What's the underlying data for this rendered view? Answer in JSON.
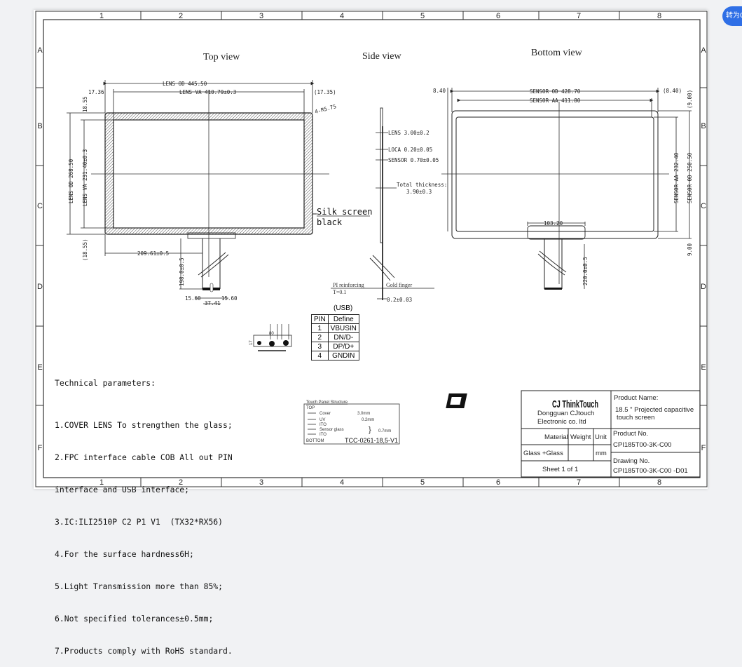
{
  "overlay": {
    "convert_button_label": "转为C"
  },
  "drawing": {
    "grid_columns": [
      "1",
      "2",
      "3",
      "4",
      "5",
      "6",
      "7",
      "8"
    ],
    "grid_rows": [
      "A",
      "B",
      "C",
      "D",
      "E",
      "F"
    ],
    "views": {
      "top": "Top view",
      "side": "Side view",
      "bottom": "Bottom view"
    },
    "top_view": {
      "lens_od_width": "LENS OD 445.50",
      "lens_va_width": "LENS VA 410.79±0.3",
      "left_margin": "17.36",
      "right_margin": "(17.35)",
      "top_margin": "18.55",
      "bottom_margin": "(18.55)",
      "corner_radius": "4-R5.75",
      "lens_od_height": "LENS OD 268.50",
      "lens_va_height": "LENS VA 231.40±0.3",
      "fpc_offset": "209.61±0.5",
      "fpc_length": "198.0±0.5",
      "fpc_left": "15.60",
      "fpc_right": "15.60",
      "fpc_width": "37.41",
      "silk_label_1": "Silk screen",
      "silk_label_2": "black"
    },
    "side_view": {
      "lens": "LENS 3.00±0.2",
      "loca": "LOCA 0.20±0.05",
      "sensor": "SENSOR 0.70±0.05",
      "total_label": "Total thickness:",
      "total_value": "3.90±0.3",
      "pi_label": "PI reinforcing",
      "pi_value": "T=0.1",
      "gold_finger": "Gold finger",
      "finger_thickness": "0.2±0.03"
    },
    "bottom_view": {
      "left_margin": "8.40",
      "right_margin": "(8.40)",
      "sensor_od_width": "SENSOR OD 428.70",
      "sensor_aa_width": "SENSOR AA 411.80",
      "top_margin": "(9.00)",
      "bottom_margin": "9.00",
      "sensor_aa_height": "SENSOR AA 232.40",
      "sensor_od_height": "SENSOR OD 250.50",
      "bond_width": "103.20",
      "fpc_length": "220.0±0.5"
    },
    "connector": {
      "dim_width": "80",
      "dim_height": "17"
    },
    "usb_table": {
      "caption": "(USB)",
      "headers": [
        "PIN",
        "Define"
      ],
      "rows": [
        [
          "1",
          "VBUSIN"
        ],
        [
          "2",
          "DN/D-"
        ],
        [
          "3",
          "DP/D+"
        ],
        [
          "4",
          "GNDIN"
        ]
      ]
    },
    "tech_params": {
      "title": "Technical parameters:",
      "items": [
        "1.COVER LENS To strengthen the glass;",
        "2.FPC interface cable COB All out PIN",
        "interface and USB interface;",
        "3.IC:ILI2510P C2 P1 V1  (TX32*RX56)",
        "4.For the surface hardness6H;",
        "5.Light Transmission more than 85%;",
        "6.Not specified tolerances±0.5mm;",
        "7.Products comply with RoHS standard."
      ]
    },
    "touch_panel_structure": {
      "title": "Touch Panel Structure",
      "top": "TOP",
      "layers": [
        {
          "name": "Cover",
          "value": "3.0mm"
        },
        {
          "name": "UV",
          "value": "0.2mm"
        },
        {
          "name": "ITO",
          "value": ""
        },
        {
          "name": "Sensor glass",
          "value": "0.7mm"
        },
        {
          "name": "ITO",
          "value": ""
        }
      ],
      "bottom": "BOTTOM",
      "code": "TCC-0261-18,5-V1"
    },
    "title_block": {
      "logo": "CJ ThinkTouch",
      "company_1": "Dongguan CJtouch",
      "company_2": "Electronic co. ltd",
      "product_name_label": "Product Name:",
      "product_name_1": "18.5 \" Projected capacitive",
      "product_name_2": "touch screen",
      "material_label": "Material",
      "weight_label": "Weight",
      "unit_label": "Unit",
      "material_value": "Glass +Glass",
      "weight_value": "",
      "unit_value": "mm",
      "product_no_label": "Product No.",
      "product_no": "CPI185T00-3K-C00",
      "drawing_no_label": "Drawing No.",
      "drawing_no": "CPI185T00-3K-C00 -D01",
      "sheet": "Sheet 1 of 1"
    }
  }
}
